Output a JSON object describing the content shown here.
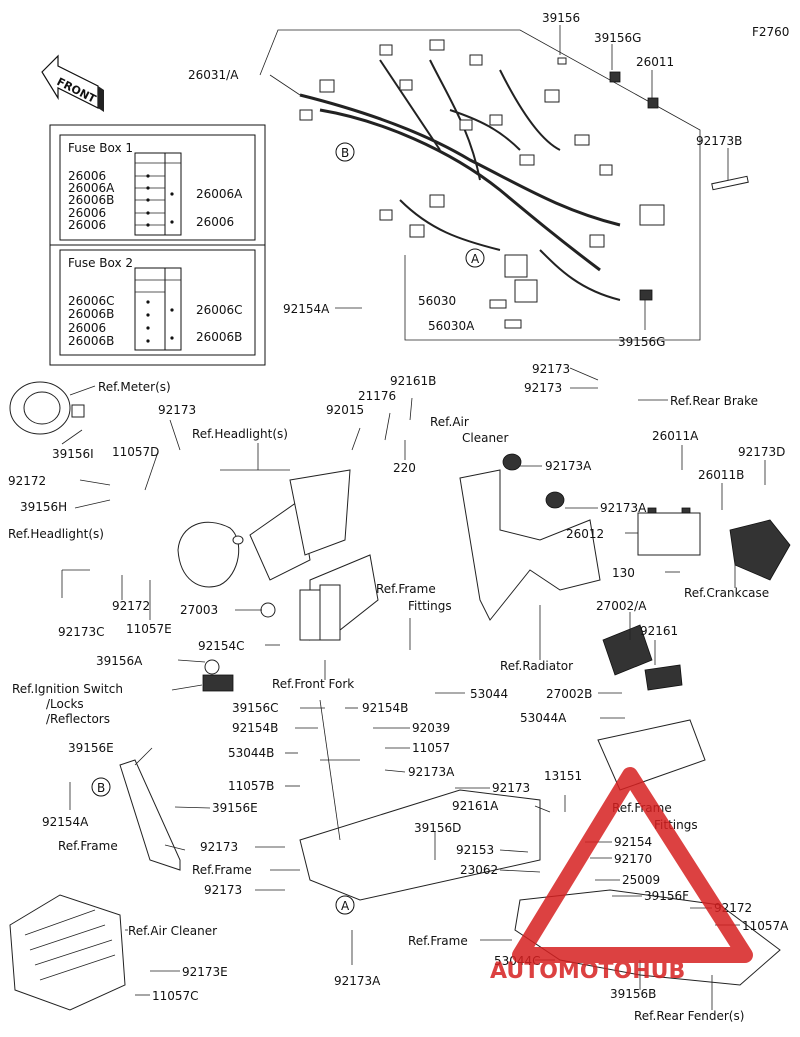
{
  "figure_code": "F2760",
  "front_arrow_label": "FRONT",
  "watermark": {
    "brand": "AUTOMOTOHUB",
    "color": "#d62020"
  },
  "fuse_box_1": {
    "title": "Fuse Box 1",
    "left": [
      "26006",
      "26006A",
      "26006B",
      "26006",
      "26006"
    ],
    "right": [
      "26006A",
      "26006"
    ]
  },
  "fuse_box_2": {
    "title": "Fuse Box 2",
    "left": [
      "26006C",
      "26006B",
      "26006",
      "26006B"
    ],
    "right": [
      "26006C",
      "26006B"
    ]
  },
  "callouts": {
    "A": "A",
    "B": "B",
    "p39156": "39156",
    "p39156G_top": "39156G",
    "p26011": "26011",
    "p26031A": "26031/A",
    "p92173B": "92173B",
    "p92154A_top": "92154A",
    "p56030": "56030",
    "p56030A": "56030A",
    "p39156G_bot": "39156G",
    "p92173_rb1": "92173",
    "p92173_rb2": "92173",
    "ref_rear_brake": "Ref.Rear Brake",
    "ref_meter": "Ref.Meter(s)",
    "p92173_m": "92173",
    "p39156I": "39156I",
    "p11057D": "11057D",
    "p92172_l": "92172",
    "p39156H": "39156H",
    "ref_headlight_l": "Ref.Headlight(s)",
    "p92173C": "92173C",
    "p92172_b": "92172",
    "p11057E": "11057E",
    "ref_headlight_c": "Ref.Headlight(s)",
    "p92015": "92015",
    "p21176": "21176",
    "p92161B": "92161B",
    "p220": "220",
    "ref_air_cleaner_top1": "Ref.Air",
    "ref_air_cleaner_top2": "Cleaner",
    "p92173A_1": "92173A",
    "p92173A_2": "92173A",
    "p26011A": "26011A",
    "p92173D": "92173D",
    "p26011B": "26011B",
    "p26012": "26012",
    "p130": "130",
    "ref_crankcase": "Ref.Crankcase",
    "p27003": "27003",
    "p92154C": "92154C",
    "ref_front_fork": "Ref.Front Fork",
    "ref_frame_fit_1": "Ref.Frame",
    "ref_frame_fit_2": "Fittings",
    "p39156A": "39156A",
    "ref_ign_1": "Ref.Ignition Switch",
    "ref_ign_2": "/Locks",
    "ref_ign_3": "/Reflectors",
    "p53044": "53044",
    "ref_radiator": "Ref.Radiator",
    "p27002A": "27002/A",
    "p92161": "92161",
    "p27002B": "27002B",
    "p53044A": "53044A",
    "p39156C": "39156C",
    "p92154B_1": "92154B",
    "p92154B_2": "92154B",
    "p92039": "92039",
    "p53044B": "53044B",
    "p11057": "11057",
    "p39156E_1": "39156E",
    "p11057B": "11057B",
    "p92173A_3": "92173A",
    "p92173_c": "92173",
    "p92154A_l": "92154A",
    "p39156E_2": "39156E",
    "ref_frame_l": "Ref.Frame",
    "p92173_d": "92173",
    "ref_frame_c": "Ref.Frame",
    "p92173_e": "92173",
    "p39156D": "39156D",
    "p92161A": "92161A",
    "p13151": "13151",
    "ref_frame_fit2_1": "Ref.Frame",
    "ref_frame_fit2_2": "Fittings",
    "p92154_r": "92154",
    "p92153": "92153",
    "p92170": "92170",
    "p23062": "23062",
    "p25009": "25009",
    "p39156F": "39156F",
    "p92172_r": "92172",
    "p11057A": "11057A",
    "ref_air_cleaner_b": "Ref.Air Cleaner",
    "p92173E": "92173E",
    "p11057C": "11057C",
    "ref_frame_b": "Ref.Frame",
    "p53044C": "53044C",
    "p92173A_4": "92173A",
    "p39156B": "39156B",
    "ref_rear_fender": "Ref.Rear Fender(s)"
  }
}
